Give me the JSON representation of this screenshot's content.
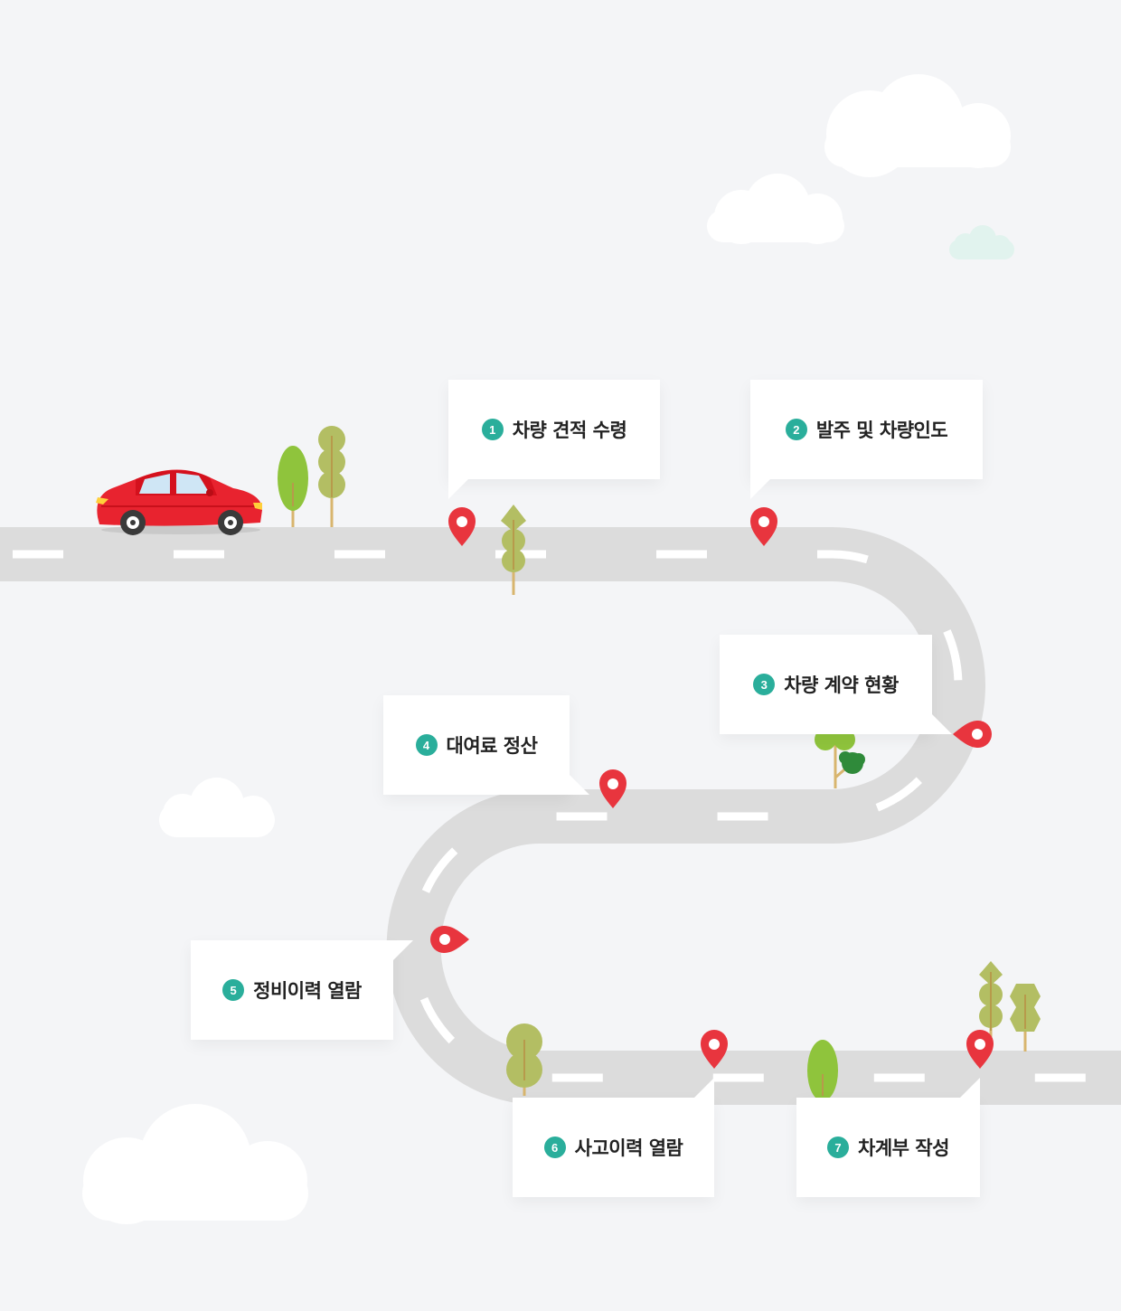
{
  "colors": {
    "background": "#f4f5f7",
    "road": "#dcdcdc",
    "lane_marking": "#ffffff",
    "pin": "#e8353e",
    "step_badge": "#2aae9b",
    "car_body": "#e8232f",
    "tree_green": "#8fc43c",
    "tree_olive": "#b3be63",
    "tree_dark": "#2f8a3a",
    "cloud": "#ffffff",
    "cloud_mint": "#e1f3ee"
  },
  "steps": [
    {
      "number": "1",
      "label": "차량 견적 수령"
    },
    {
      "number": "2",
      "label": "발주 및 차량인도"
    },
    {
      "number": "3",
      "label": "차량 계약 현황"
    },
    {
      "number": "4",
      "label": "대여료 정산"
    },
    {
      "number": "5",
      "label": "정비이력 열람"
    },
    {
      "number": "6",
      "label": "사고이력 열람"
    },
    {
      "number": "7",
      "label": "차계부 작성"
    }
  ],
  "icons": {
    "location_pin": "map-pin-icon",
    "vehicle": "car-icon",
    "tree": "tree-icon",
    "cloud": "cloud-icon"
  }
}
